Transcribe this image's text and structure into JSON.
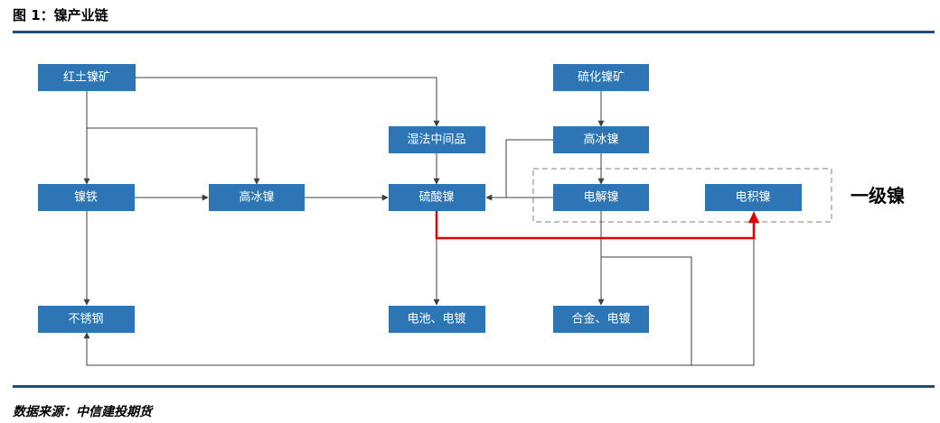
{
  "figure": {
    "title": "图 1：镍产业链",
    "source": "数据来源：中信建投期货"
  },
  "diagram": {
    "nodes": {
      "laterite_ore": "红土镍矿",
      "ferronickel": "镍铁",
      "stainless_steel": "不锈钢",
      "matte_left": "高冰镍",
      "wet_intermediate": "湿法中间品",
      "nickel_sulfate": "硫酸镍",
      "battery_plating": "电池、电镀",
      "sulfide_ore": "硫化镍矿",
      "matte_right": "高冰镍",
      "electrolytic_nickel": "电解镍",
      "alloy_plating": "合金、电镀",
      "electrowon_nickel": "电积镍"
    },
    "group_label": "一级镍",
    "colors": {
      "node_fill": "#2e75b6",
      "node_text": "#ffffff",
      "edge": "#404040",
      "highlight_edge": "#e00000",
      "rule": "#1f4e79"
    }
  }
}
